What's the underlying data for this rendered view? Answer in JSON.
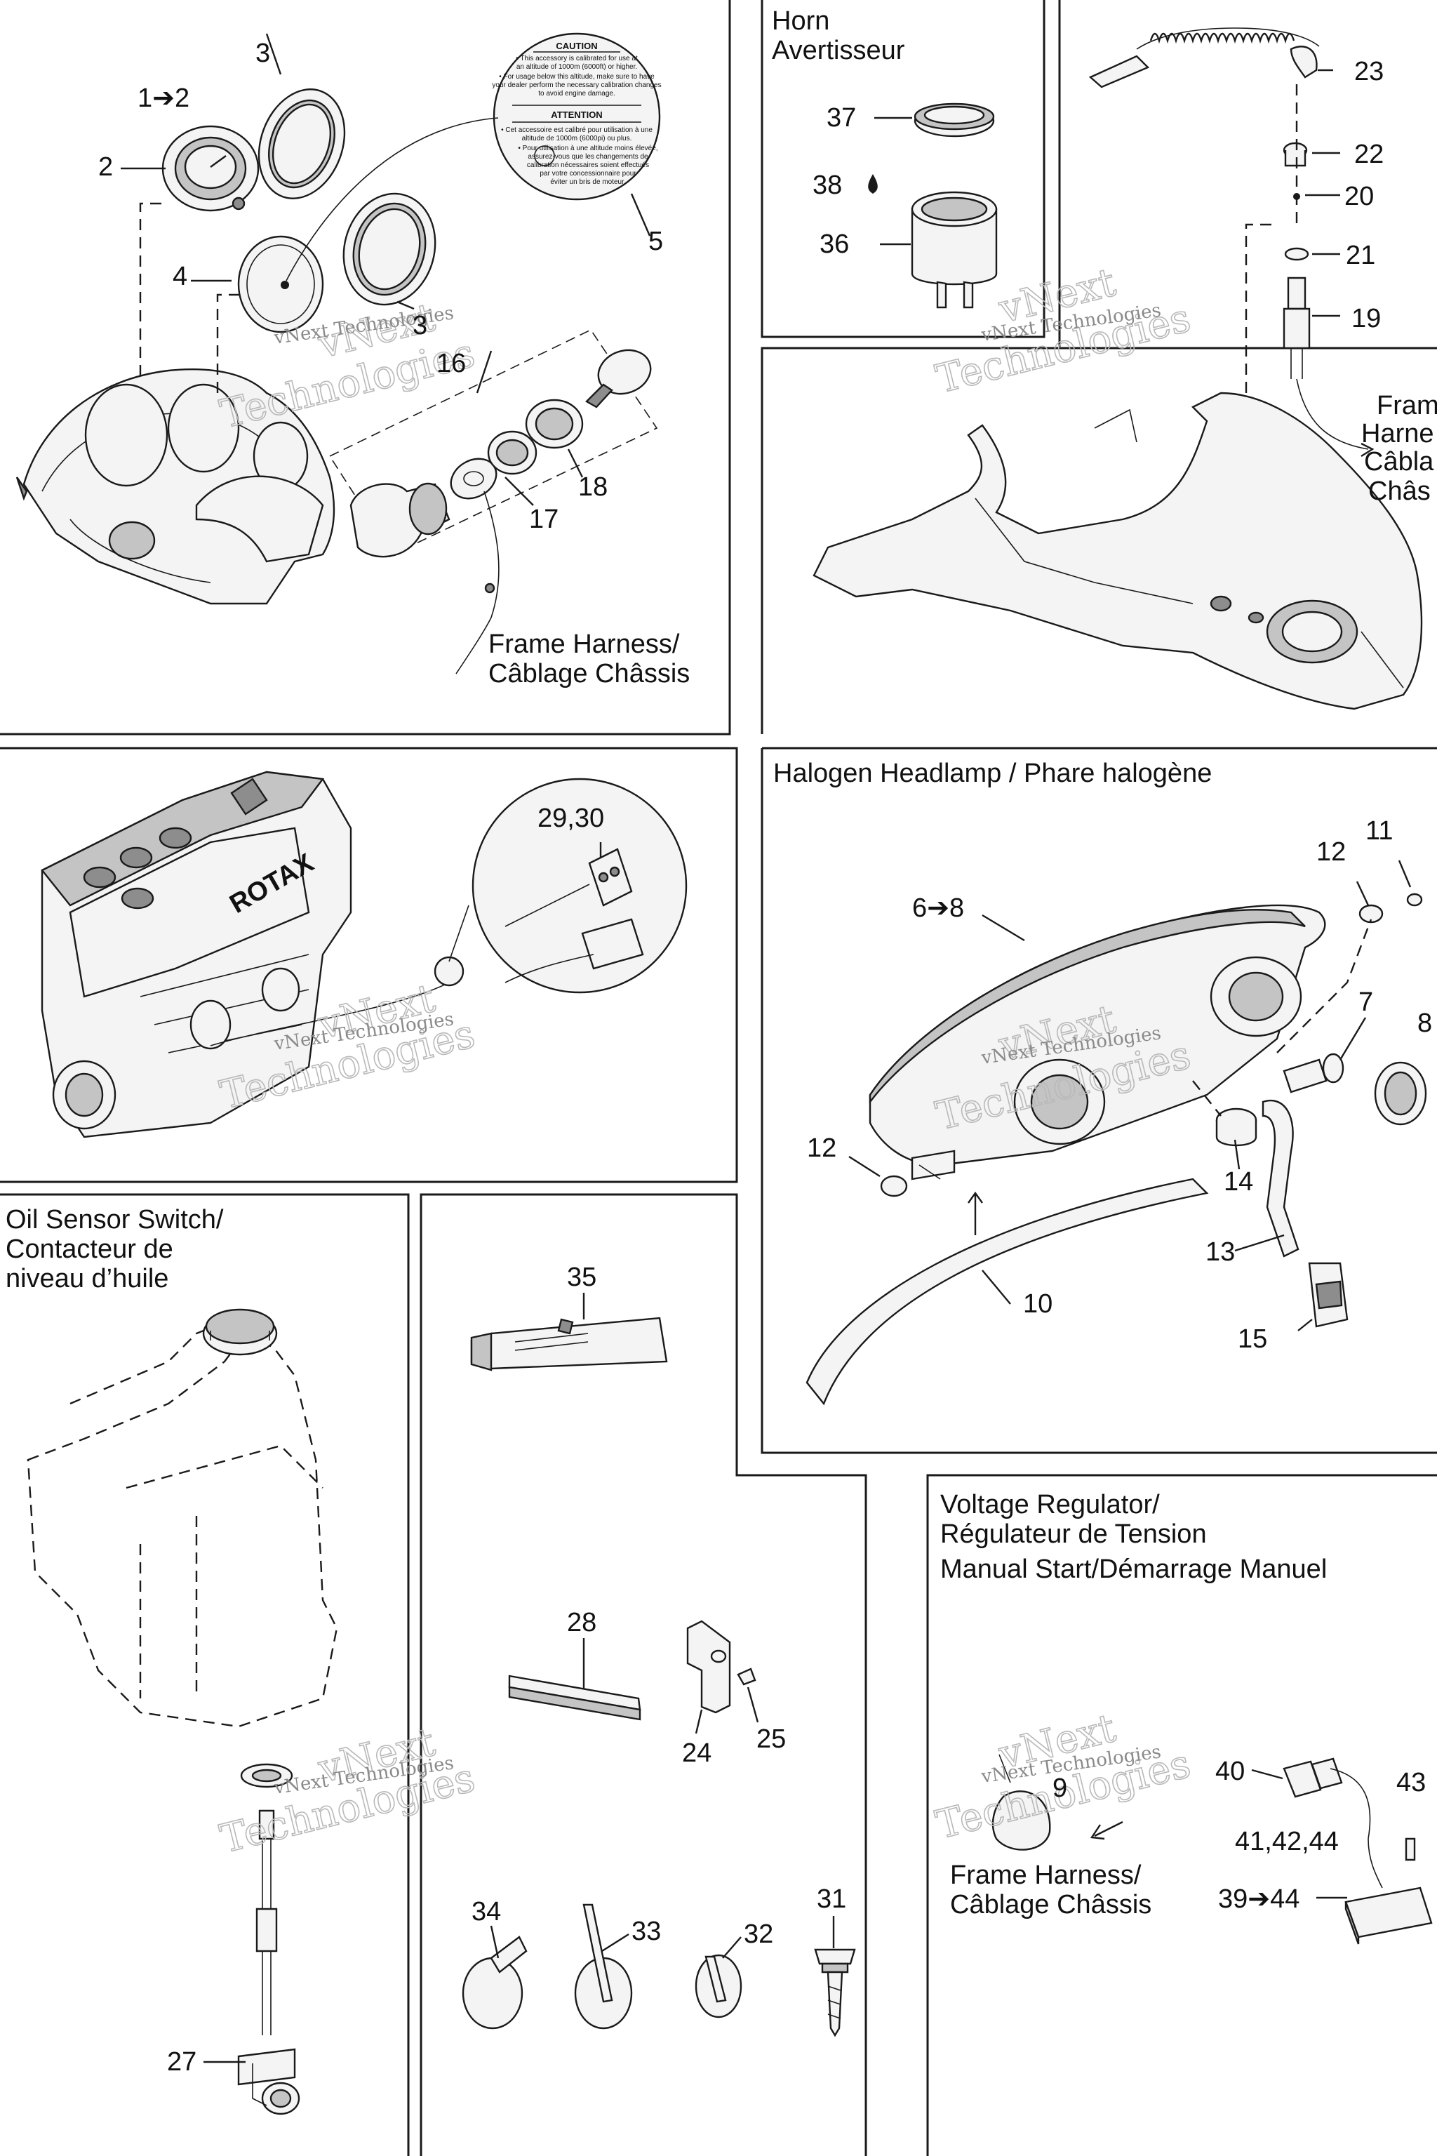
{
  "watermark": {
    "line1": "vNext",
    "line2": "Technologies",
    "caption": "vNext Technologies"
  },
  "horn_panel": {
    "title1": "Horn",
    "title2": "Avertisseur"
  },
  "headlamp_panel": {
    "title": "Halogen Headlamp / Phare halogène"
  },
  "oil_panel": {
    "title1": "Oil Sensor Switch/",
    "title2": "Contacteur de",
    "title3": "niveau d’huile"
  },
  "regulator_panel": {
    "title1": "Voltage Regulator/",
    "title2": "Régulateur de Tension",
    "title3": "Manual Start/Démarrage Manuel"
  },
  "harness": {
    "line1": "Frame Harness/",
    "line2": "Câblage Châssis"
  },
  "harness_top_right": {
    "line1": "Fram",
    "line2": "Harne",
    "line3": "Câbla",
    "line4": "Châs"
  },
  "decal": {
    "caution": "CAUTION",
    "attention": "ATTENTION",
    "caution_text": [
      "• This accessory is calibrated for use at",
      "an altitude of 1000m (6000ft) or higher.",
      "• For usage below this altitude, make sure to have",
      "your dealer perform the necessary calibration changes",
      "to avoid engine damage."
    ],
    "attention_text": [
      "• Cet accessoire est calibré pour utilisation à une",
      "altitude de 1000m (6000pi) ou plus.",
      "• Pour utilisation à une altitude moins élevée,",
      "assurez-vous que les changements de",
      "calibration nécessaires soient effectués",
      "par votre concessionnaire pour",
      "éviter un bris de moteur."
    ]
  },
  "engine": {
    "brand": "ROTAX"
  },
  "labels": {
    "l1": "1➔2",
    "l2": "2",
    "l3a": "3",
    "l3b": "3",
    "l4": "4",
    "l5": "5",
    "l16": "16",
    "l17": "17",
    "l18": "18",
    "l37": "37",
    "l38": "38",
    "l36": "36",
    "l23": "23",
    "l22": "22",
    "l20": "20",
    "l21": "21",
    "l19": "19",
    "l2930": "29,30",
    "l11": "11",
    "l12a": "12",
    "l68": "6➔8",
    "l7": "7",
    "l8": "8",
    "l12b": "12",
    "l14": "14",
    "l13": "13",
    "l10": "10",
    "l15": "15",
    "l35": "35",
    "l28": "28",
    "l24": "24",
    "l25": "25",
    "l34": "34",
    "l33": "33",
    "l32": "32",
    "l31": "31",
    "l27": "27",
    "l40": "40",
    "l9": "9",
    "l43": "43",
    "l414244": "41,42,44",
    "l3944": "39➔44"
  }
}
